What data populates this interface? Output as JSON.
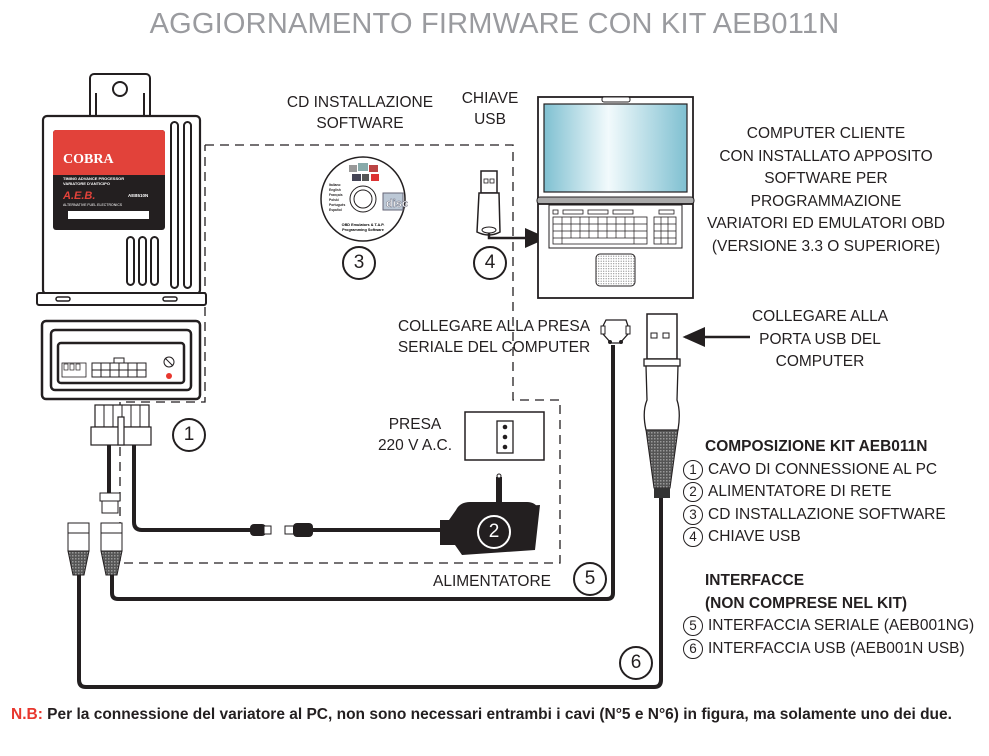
{
  "title": "AGGIORNAMENTO FIRMWARE CON KIT AEB011N",
  "device": {
    "brand": "COBRA",
    "subtitle_line1": "TIMING ADVANCE PROCESSOR",
    "subtitle_line2": "VARIATORE D'ANTICIPO",
    "logo": "A.E.B.",
    "model": "AEB510N",
    "tagline": "ALTERNATIVE FUEL ELECTRONICS",
    "dip_labels": [
      "1",
      "2",
      "3"
    ],
    "badge": "1"
  },
  "cd": {
    "label_line1": "CD INSTALLAZIONE",
    "label_line2": "SOFTWARE",
    "languages": [
      "Italiano",
      "English",
      "Français",
      "Polski",
      "Português",
      "Español"
    ],
    "caption_line1": "OBD Emulators & T.A.P.",
    "caption_line2": "Programming Software",
    "disc_logo": "disc",
    "badge": "3"
  },
  "usb_key": {
    "label_line1": "CHIAVE",
    "label_line2": "USB",
    "badge": "4"
  },
  "computer": {
    "label_lines": [
      "COMPUTER CLIENTE",
      "CON INSTALLATO APPOSITO",
      "SOFTWARE PER",
      "PROGRAMMAZIONE",
      "VARIATORI ED EMULATORI OBD",
      "(VERSIONE 3.3 O SUPERIORE)"
    ]
  },
  "serial": {
    "label_line1": "COLLEGARE ALLA PRESA",
    "label_line2": "SERIALE DEL COMPUTER",
    "badge": "5"
  },
  "usb_port": {
    "label_line1": "COLLEGARE ALLA",
    "label_line2": "PORTA USB DEL",
    "label_line3": "COMPUTER",
    "badge": "6"
  },
  "outlet": {
    "label_line1": "PRESA",
    "label_line2": "220 V A.C."
  },
  "power_supply": {
    "label": "ALIMENTATORE",
    "badge": "2"
  },
  "legend": {
    "kit_heading": "COMPOSIZIONE KIT AEB011N",
    "kit_items": [
      {
        "num": "1",
        "text": "CAVO DI CONNESSIONE AL PC"
      },
      {
        "num": "2",
        "text": "ALIMENTATORE DI RETE"
      },
      {
        "num": "3",
        "text": "CD INSTALLAZIONE SOFTWARE"
      },
      {
        "num": "4",
        "text": "CHIAVE USB"
      }
    ],
    "interfaces_heading_line1": "INTERFACCE",
    "interfaces_heading_line2": "(NON COMPRESE NEL KIT)",
    "interface_items": [
      {
        "num": "5",
        "text": "INTERFACCIA SERIALE (AEB001NG)"
      },
      {
        "num": "6",
        "text": "INTERFACCIA USB (AEB001N USB)"
      }
    ]
  },
  "note": {
    "prefix": "N.B:",
    "text": " Per la connessione del variatore al PC, non sono necessari entrambi i cavi (N°5 e N°6) in figura, ma solamente uno dei due."
  },
  "colors": {
    "title_gray": "#9a9b9f",
    "accent_red": "#e8372e",
    "text_dark": "#231f20",
    "screen_blue": "#8cc8d6"
  }
}
